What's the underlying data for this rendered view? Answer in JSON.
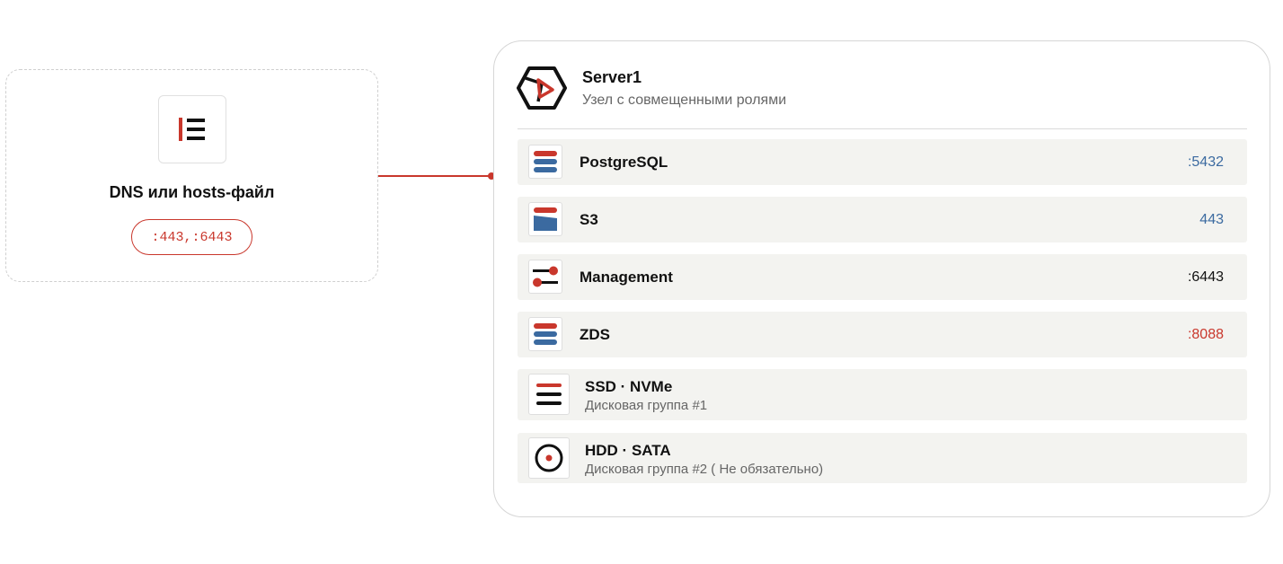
{
  "dns": {
    "title": "DNS или hosts-файл",
    "ports": ":443,:6443",
    "icon": "list-icon"
  },
  "server": {
    "name": "Server1",
    "subtitle": "Узел с совмещенными ролями",
    "icon": "server-logo-icon",
    "services": [
      {
        "label": "PostgreSQL",
        "port": ":5432",
        "port_color": "#3b6aa0",
        "icon": "database-icon"
      },
      {
        "label": "S3",
        "port": "443",
        "port_color": "#3b6aa0",
        "icon": "bucket-icon"
      },
      {
        "label": "Management",
        "port": ":6443",
        "port_color": "#111111",
        "icon": "sliders-icon"
      },
      {
        "label": "ZDS",
        "port": ":8088",
        "port_color": "#c9372c",
        "icon": "database-icon"
      }
    ],
    "disks": [
      {
        "label": "SSD · NVMe",
        "subtitle": "Дисковая группа #1",
        "icon": "ssd-icon"
      },
      {
        "label": "HDD · SATA",
        "subtitle": "Дисковая группа #2 ( Не обязательно)",
        "icon": "hdd-icon"
      }
    ]
  },
  "colors": {
    "accent_red": "#c9372c",
    "accent_blue": "#3b6aa0",
    "row_bg": "#f3f3f0",
    "border": "#d6d6d6"
  }
}
